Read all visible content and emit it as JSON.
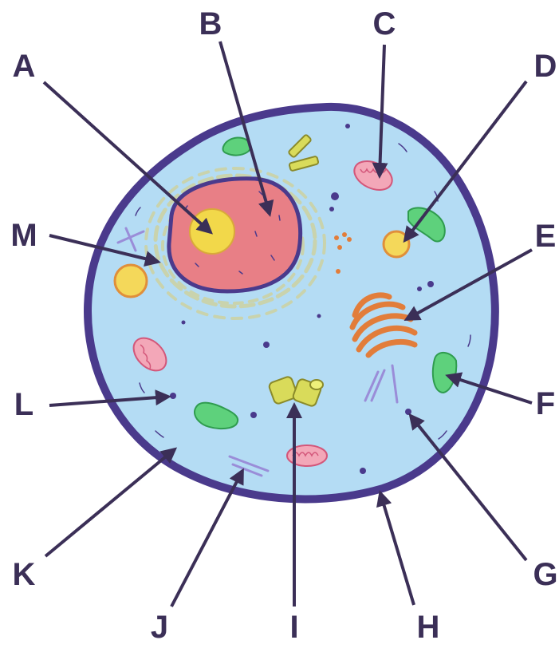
{
  "labels": {
    "A": "A",
    "B": "B",
    "C": "C",
    "D": "D",
    "E": "E",
    "F": "F",
    "G": "G",
    "H": "H",
    "I": "I",
    "J": "J",
    "K": "K",
    "L": "L",
    "M": "M"
  },
  "colors": {
    "membrane": "#4a3a8c",
    "cytoplasm": "#b4dcf4",
    "nucleus": "#e87f86",
    "nucleolus": "#f2d84a",
    "er": "#c9d3ad",
    "golgi": "#e27d3a",
    "mitochondria": "#f3a7b8",
    "chloro_green": "#5ed17c",
    "vesicle": "#f4d85a",
    "centriole": "#d9db5a",
    "microtubule": "#9a8dd8",
    "dot": "#4a3a8c",
    "arrow": "#3b2f57"
  }
}
